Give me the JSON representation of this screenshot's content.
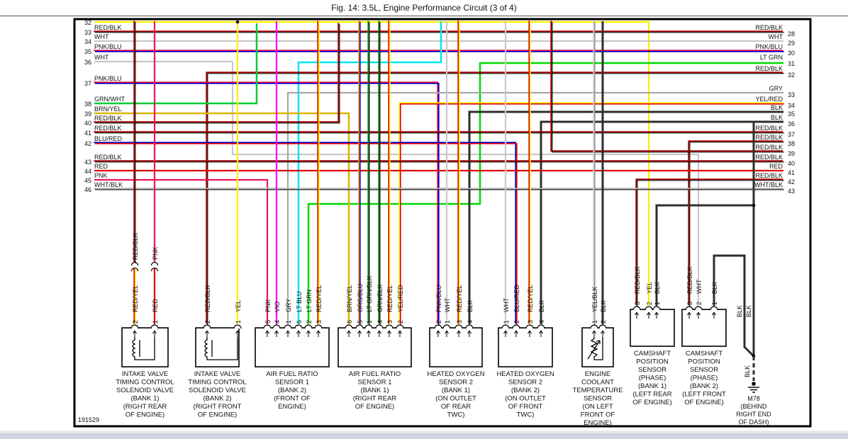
{
  "title": "Fig. 14: 3.5L, Engine Performance Circuit (3 of 4)",
  "figure_number": "191529",
  "left_wires": [
    {
      "num": "32",
      "label": ""
    },
    {
      "num": "33",
      "label": "RED/BLK"
    },
    {
      "num": "34",
      "label": "WHT"
    },
    {
      "num": "35",
      "label": "PNK/BLU"
    },
    {
      "num": "36",
      "label": "WHT"
    },
    {
      "num": "37",
      "label": "PNK/BLU"
    },
    {
      "num": "38",
      "label": "GRN/WHT"
    },
    {
      "num": "39",
      "label": "BRN/YEL"
    },
    {
      "num": "40",
      "label": "RED/BLK"
    },
    {
      "num": "41",
      "label": "RED/BLK"
    },
    {
      "num": "42",
      "label": "BLU/RED"
    },
    {
      "num": "43",
      "label": "RED/BLK"
    },
    {
      "num": "44",
      "label": "RED"
    },
    {
      "num": "45",
      "label": "PNK"
    },
    {
      "num": "46",
      "label": "WHT/BLK"
    }
  ],
  "right_wires": [
    {
      "num": "28",
      "label": "RED/BLK"
    },
    {
      "num": "29",
      "label": "WHT"
    },
    {
      "num": "30",
      "label": "PNK/BLU"
    },
    {
      "num": "31",
      "label": "LT GRN"
    },
    {
      "num": "32",
      "label": "RED/BLK"
    },
    {
      "num": "33",
      "label": "GRY"
    },
    {
      "num": "34",
      "label": "YEL/RED"
    },
    {
      "num": "35",
      "label": "BLK"
    },
    {
      "num": "36",
      "label": "BLK"
    },
    {
      "num": "37",
      "label": "RED/BLK"
    },
    {
      "num": "38",
      "label": "RED/BLK"
    },
    {
      "num": "39",
      "label": "RED/BLK"
    },
    {
      "num": "40",
      "label": "RED/BLK"
    },
    {
      "num": "41",
      "label": "RED"
    },
    {
      "num": "42",
      "label": "RED/BLK"
    },
    {
      "num": "43",
      "label": "WHT/BLK"
    }
  ],
  "components": [
    {
      "id": "intake-valve-solenoid-bank1",
      "lines": [
        "INTAKE VALVE",
        "TIMING CONTROL",
        "SOLENOID VALVE",
        "(BANK 1)",
        "(RIGHT REAR",
        "OF ENGINE)"
      ],
      "pins": [
        {
          "num": "2",
          "label": "RED/YEL",
          "upper_label": "RED/BLK"
        },
        {
          "num": "1",
          "label": "RED",
          "upper_label": "PNK"
        }
      ]
    },
    {
      "id": "intake-valve-solenoid-bank2",
      "lines": [
        "INTAKE VALVE",
        "TIMING CONTROL",
        "SOLENOID VALVE",
        "(BANK 2)",
        "(RIGHT FRONT",
        "OF ENGINE)"
      ],
      "pins": [
        {
          "num": "2",
          "label": "RED/BLK"
        },
        {
          "num": "1",
          "label": "YEL"
        }
      ]
    },
    {
      "id": "air-fuel-ratio-sensor1-bank2",
      "lines": [
        "AIR FUEL RATIO",
        "SENSOR 1",
        "(BANK 2)",
        "(FRONT OF",
        "ENGINE)"
      ],
      "pins": [
        {
          "num": "5",
          "label": "PNK"
        },
        {
          "num": "4",
          "label": "VIO"
        },
        {
          "num": "1",
          "label": "GRY"
        },
        {
          "num": "6",
          "label": "LT BLU"
        },
        {
          "num": "2",
          "label": "LT GRN"
        },
        {
          "num": "3",
          "label": "RED/YEL"
        }
      ]
    },
    {
      "id": "air-fuel-ratio-sensor1-bank1",
      "lines": [
        "AIR FUEL RATIO",
        "SENSOR 1",
        "(BANK 1)",
        "(RIGHT REAR",
        "OF ENGINE)"
      ],
      "pins": [
        {
          "num": "6",
          "label": "BRN/YEL"
        },
        {
          "num": "5",
          "label": "ORG/BLU"
        },
        {
          "num": "1",
          "label": "LT GRN/BLK"
        },
        {
          "num": "4",
          "label": "GRN/BLK"
        },
        {
          "num": "3",
          "label": "RED/YEL"
        },
        {
          "num": "2",
          "label": "YEL/RED"
        }
      ]
    },
    {
      "id": "heated-oxygen-sensor2-bank1",
      "lines": [
        "HEATED OXYGEN",
        "SENSOR 2",
        "(BANK 1)",
        "(ON OUTLET",
        "OF REAR",
        "TWC)"
      ],
      "pins": [
        {
          "num": "2",
          "label": "PNK/BLU"
        },
        {
          "num": "1",
          "label": "WHT"
        },
        {
          "num": "3",
          "label": "RED/YEL"
        },
        {
          "num": "4",
          "label": "BLK"
        }
      ]
    },
    {
      "id": "heated-oxygen-sensor2-bank2",
      "lines": [
        "HEATED OXYGEN",
        "SENSOR 2",
        "(BANK 2)",
        "(ON OUTLET",
        "OF FRONT",
        "TWC)"
      ],
      "pins": [
        {
          "num": "1",
          "label": "WHT"
        },
        {
          "num": "2",
          "label": "BLU/RED"
        },
        {
          "num": "3",
          "label": "RED/YEL"
        },
        {
          "num": "4",
          "label": "BLK"
        }
      ]
    },
    {
      "id": "engine-coolant-temperature-sensor",
      "lines": [
        "ENGINE",
        "COOLANT",
        "TEMPERATURE",
        "SENSOR",
        "(ON LEFT",
        "FRONT OF",
        "ENGINE)"
      ],
      "pins": [
        {
          "num": "1",
          "label": "YEL/BLK"
        },
        {
          "num": "2",
          "label": "BLK"
        }
      ]
    },
    {
      "id": "camshaft-position-sensor-bank1",
      "lines": [
        "CAMSHAFT",
        "POSITION",
        "SENSOR",
        "(PHASE)",
        "(BANK 1)",
        "(LEFT REAR",
        "OF ENGINE)"
      ],
      "pins": [
        {
          "num": "3",
          "label": "RED/BLK"
        },
        {
          "num": "2",
          "label": "YEL"
        },
        {
          "num": "1",
          "label": "BLK"
        }
      ]
    },
    {
      "id": "camshaft-position-sensor-bank2",
      "lines": [
        "CAMSHAFT",
        "POSITION",
        "SENSOR",
        "(PHASE)",
        "(BANK 2)",
        "(LEFT FRONT",
        "OF ENGINE)"
      ],
      "pins": [
        {
          "num": "3",
          "label": "RED/BLK"
        },
        {
          "num": "2",
          "label": "WHT"
        },
        {
          "num": "1",
          "label": "BLK"
        }
      ]
    }
  ],
  "ground": {
    "id": "M78",
    "location_lines": [
      "(BEHIND",
      "RIGHT END",
      "OF DASH)"
    ],
    "wire_labels": [
      "BLK",
      "BLK",
      "BLK"
    ]
  },
  "colors": {
    "YEL": "#ffee00",
    "RED": "#e00000",
    "PNK": "#f01555",
    "VIO": "#ff00ff",
    "GRY": "#a8a8a8",
    "WHT": "#c8c8c8",
    "BLK": "#2e2e2e",
    "LT_BLU": "#00e4f2",
    "LT_GRN": "#00d800",
    "GRN_WHT": "#00cc33",
    "BRN_YEL": "#d8b400",
    "DARK_RED": "#aa0000",
    "BLUE": "#0000cc",
    "ORG": "#ff8800",
    "GRN": "#009900",
    "DK_GRN": "#007700",
    "PNK_ROSE": "#e8003c",
    "INK": "#000000",
    "frame": "#000000",
    "band_gray": "#e9e9e9",
    "band_blue": "#ccd4e0"
  }
}
